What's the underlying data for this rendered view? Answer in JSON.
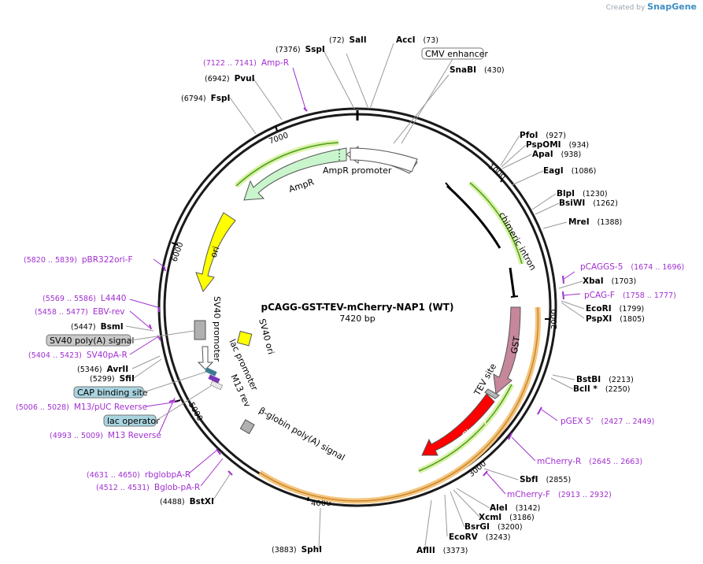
{
  "credit": {
    "prefix": "Created by",
    "brand": "SnapGene"
  },
  "plasmid": {
    "name": "pCAGG-GST-TEV-mCherry-NAP1 (WT)",
    "size_label": "7420 bp"
  },
  "ticks": [
    {
      "label": "1000",
      "pos": 1000
    },
    {
      "label": "2000",
      "pos": 2000
    },
    {
      "label": "3000",
      "pos": 3000
    },
    {
      "label": "4000",
      "pos": 4000
    },
    {
      "label": "5000",
      "pos": 5000
    },
    {
      "label": "6000",
      "pos": 6000
    },
    {
      "label": "7000",
      "pos": 7000
    }
  ],
  "enzymes": [
    {
      "name": "SalI",
      "pos_label": "(72)"
    },
    {
      "name": "AccI",
      "pos_label": "(73)"
    },
    {
      "name": "SspI",
      "pos_label": "(7376)"
    },
    {
      "name": "PvuI",
      "pos_label": "(6942)"
    },
    {
      "name": "FspI",
      "pos_label": "(6794)"
    },
    {
      "name": "SnaBI",
      "pos_label": "(430)"
    },
    {
      "name": "PfoI",
      "pos_label": "(927)"
    },
    {
      "name": "PspOMI",
      "pos_label": "(934)"
    },
    {
      "name": "ApaI",
      "pos_label": "(938)"
    },
    {
      "name": "EagI",
      "pos_label": "(1086)"
    },
    {
      "name": "BlpI",
      "pos_label": "(1230)"
    },
    {
      "name": "BsiWI",
      "pos_label": "(1262)"
    },
    {
      "name": "MreI",
      "pos_label": "(1388)"
    },
    {
      "name": "XbaI",
      "pos_label": "(1703)"
    },
    {
      "name": "EcoRI",
      "pos_label": "(1799)"
    },
    {
      "name": "PspXI",
      "pos_label": "(1805)"
    },
    {
      "name": "BstBI",
      "pos_label": "(2213)"
    },
    {
      "name": "BclI *",
      "pos_label": "(2250)"
    },
    {
      "name": "SbfI",
      "pos_label": "(2855)"
    },
    {
      "name": "AleI",
      "pos_label": "(3142)"
    },
    {
      "name": "XcmI",
      "pos_label": "(3186)"
    },
    {
      "name": "BsrGI",
      "pos_label": "(3200)"
    },
    {
      "name": "EcoRV",
      "pos_label": "(3243)"
    },
    {
      "name": "AflII",
      "pos_label": "(3373)"
    },
    {
      "name": "SphI",
      "pos_label": "(3883)"
    },
    {
      "name": "BstXI",
      "pos_label": "(4488)"
    },
    {
      "name": "SfiI",
      "pos_label": "(5299)"
    },
    {
      "name": "AvrII",
      "pos_label": "(5346)"
    },
    {
      "name": "BsmI",
      "pos_label": "(5447)"
    }
  ],
  "primers": [
    {
      "name": "Amp-R",
      "range": "(7122 .. 7141)"
    },
    {
      "name": "pCAGGS-5",
      "range": "(1674 .. 1696)"
    },
    {
      "name": "pCAG-F",
      "range": "(1758 .. 1777)"
    },
    {
      "name": "pGEX 5'",
      "range": "(2427 .. 2449)"
    },
    {
      "name": "mCherry-R",
      "range": "(2645 .. 2663)"
    },
    {
      "name": "mCherry-F",
      "range": "(2913 .. 2932)"
    },
    {
      "name": "rbglobpA-R",
      "range": "(4631 .. 4650)"
    },
    {
      "name": "Bglob-pA-R",
      "range": "(4512 .. 4531)"
    },
    {
      "name": "M13 Reverse",
      "range": "(4993 .. 5009)"
    },
    {
      "name": "M13/pUC Reverse",
      "range": "(5006 .. 5028)"
    },
    {
      "name": "SV40pA-R",
      "range": "(5404 .. 5423)"
    },
    {
      "name": "EBV-rev",
      "range": "(5458 .. 5477)"
    },
    {
      "name": "L4440",
      "range": "(5569 .. 5586)"
    },
    {
      "name": "pBR322ori-F",
      "range": "(5820 .. 5839)"
    }
  ],
  "boxed_features": [
    {
      "name": "CMV enhancer",
      "style": "white"
    },
    {
      "name": "SV40 poly(A) signal",
      "style": "grey"
    },
    {
      "name": "CAP binding site",
      "style": "teal"
    },
    {
      "name": "lac operator",
      "style": "teal"
    }
  ],
  "features": [
    {
      "name": "AmpR promoter"
    },
    {
      "name": "AmpR"
    },
    {
      "name": "ori"
    },
    {
      "name": "chimeric intron"
    },
    {
      "name": "GST"
    },
    {
      "name": "TEV site"
    },
    {
      "name": "mCherry"
    },
    {
      "name": "SV40 promoter"
    },
    {
      "name": "SV40 ori"
    },
    {
      "name": "lac promoter"
    },
    {
      "name": "M13 rev"
    },
    {
      "name": "β-globin poly(A) signal"
    }
  ],
  "colors": {
    "backbone": "#1a1a1a",
    "primer": "#a12fd0",
    "ampr": "#c9f5cc",
    "ori": "#ffff00",
    "gst": "#c6879a",
    "mcherry": "#ff0000",
    "promoter": "#ffffff",
    "orf_highlight": "#f6c57e",
    "primer_highlight": "#7ec44a",
    "teal_box": "#a9d4e0",
    "grey_box": "#c9c9c9"
  }
}
